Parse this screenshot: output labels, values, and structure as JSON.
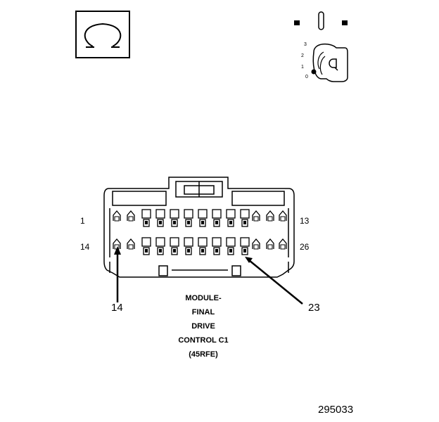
{
  "pin_labels": {
    "top_left": "1",
    "top_right": "13",
    "bottom_left": "14",
    "bottom_right": "26"
  },
  "callouts": {
    "left": "14",
    "right": "23"
  },
  "connector_caption": [
    "MODULE-",
    "FINAL",
    "DRIVE",
    "CONTROL C1",
    "(45RFE)"
  ],
  "ignition_positions": [
    "3",
    "2",
    "1",
    "0"
  ],
  "figure_id": "295033",
  "icons": {
    "ohm_symbol": "ohm-icon",
    "ignition_off": "ignition-key-icon"
  }
}
